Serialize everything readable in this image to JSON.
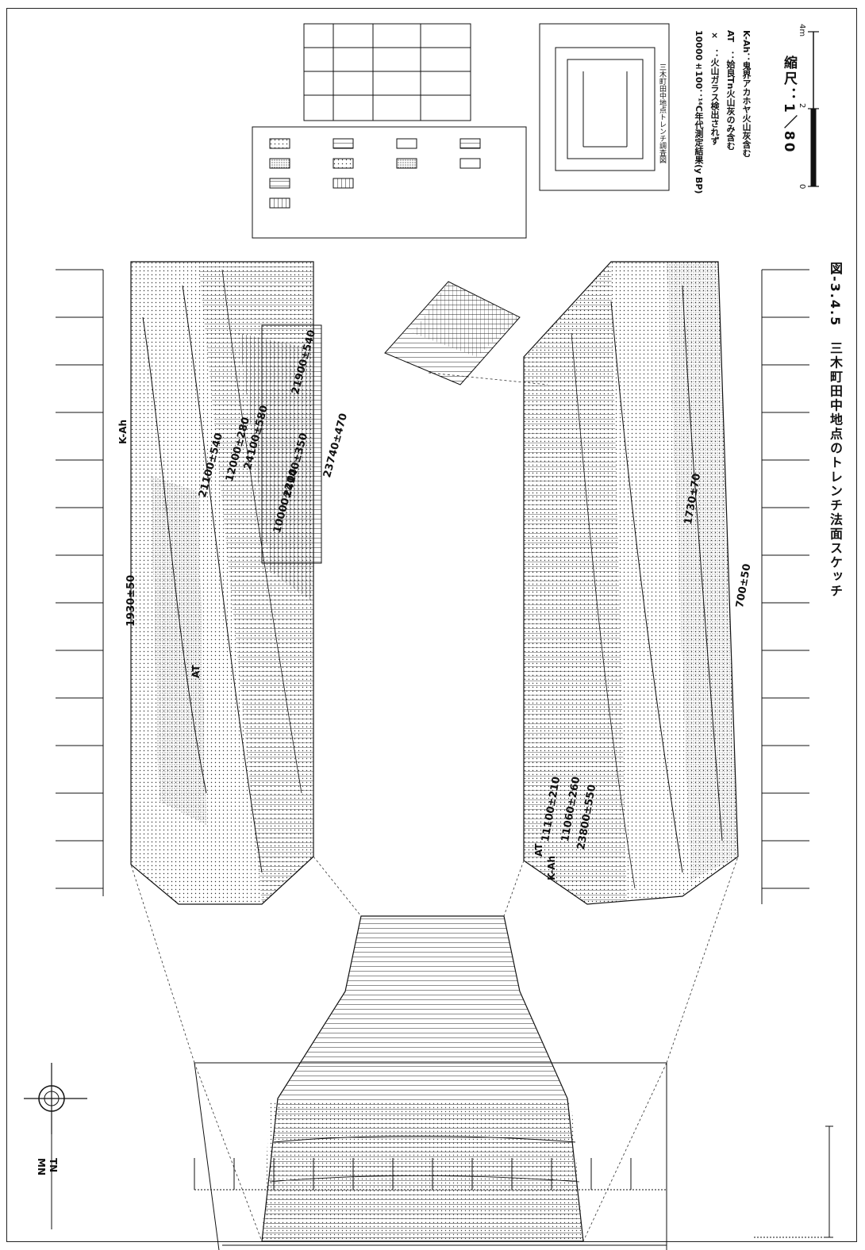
{
  "caption": "図-3.4.5　三木町田中地点のトレンチ法面スケッチ",
  "scale": {
    "label": "縮尺：1／80",
    "ticks": [
      "0",
      "2",
      "4m"
    ]
  },
  "legend_notes": [
    "K-Ah：鬼界アカホヤ火山灰含む",
    "AT　：姶良Tn火山灰のみ含む",
    "×　：火山ガラス検出されず",
    "10000±100：¹⁴C年代測定結果(y BP)"
  ],
  "index_map_title": "三木町田中地点トレンチ調査図",
  "north_labels": [
    "MN",
    "TN"
  ],
  "ages": [
    "1930±50",
    "21100±540",
    "12000±280",
    "24100±580",
    "21900±540",
    "10000±200",
    "24140±350",
    "23740±470",
    "1730±70",
    "700±50",
    "11100±210",
    "11060±260",
    "23800±550"
  ],
  "tephra_labels": [
    "K-Ah",
    "AT",
    "AT",
    "K-Ah"
  ],
  "colors": {
    "ink": "#111111",
    "paper": "#ffffff"
  }
}
